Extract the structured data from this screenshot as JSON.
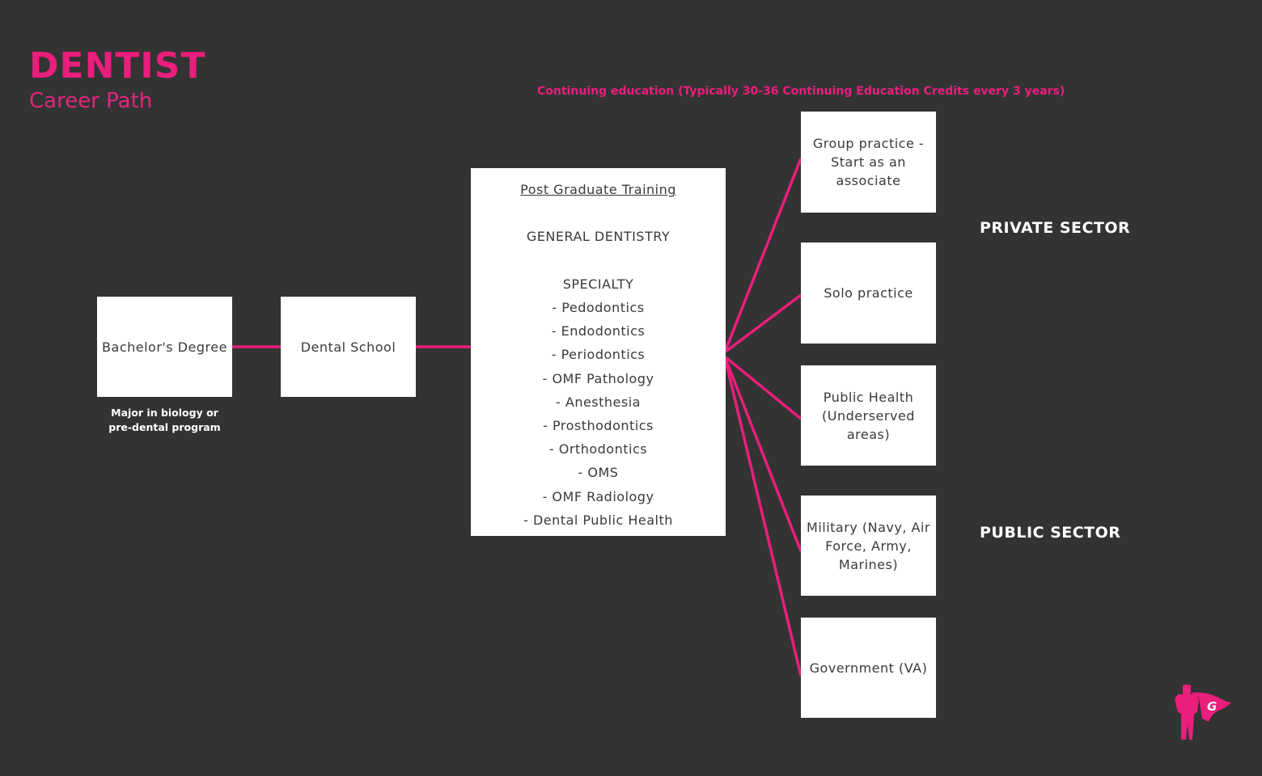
{
  "header": {
    "title": "DENTIST",
    "subtitle": "Career Path"
  },
  "continuing_education": "Continuing education (Typically 30-36 Continuing Education Credits every 3 years)",
  "steps": {
    "bachelor": {
      "label": "Bachelor's Degree",
      "note_line1": "Major in biology or",
      "note_line2": "pre-dental program"
    },
    "dental_school": {
      "label": "Dental School"
    },
    "post_grad": {
      "heading": "Post Graduate Training",
      "general": "GENERAL DENTISTRY",
      "specialty": "SPECIALTY",
      "specialties": [
        "- Pedodontics",
        "- Endodontics",
        "- Periodontics",
        "- OMF Pathology",
        "- Anesthesia",
        "- Prosthodontics",
        "- Orthodontics",
        "- OMS",
        "- OMF Radiology",
        "- Dental Public Health"
      ]
    }
  },
  "outcomes": [
    {
      "label": "Group practice - Start as an associate"
    },
    {
      "label": "Solo practice"
    },
    {
      "label": "Public Health (Underserved areas)"
    },
    {
      "label": "Military (Navy, Air Force, Army, Marines)"
    },
    {
      "label": "Government (VA)"
    }
  ],
  "sectors": {
    "private": "PRIVATE SECTOR",
    "public": "PUBLIC SECTOR"
  },
  "logo": {
    "letter": "G"
  },
  "colors": {
    "background": "#333333",
    "accent": "#ea1e7c",
    "box": "#ffffff"
  }
}
